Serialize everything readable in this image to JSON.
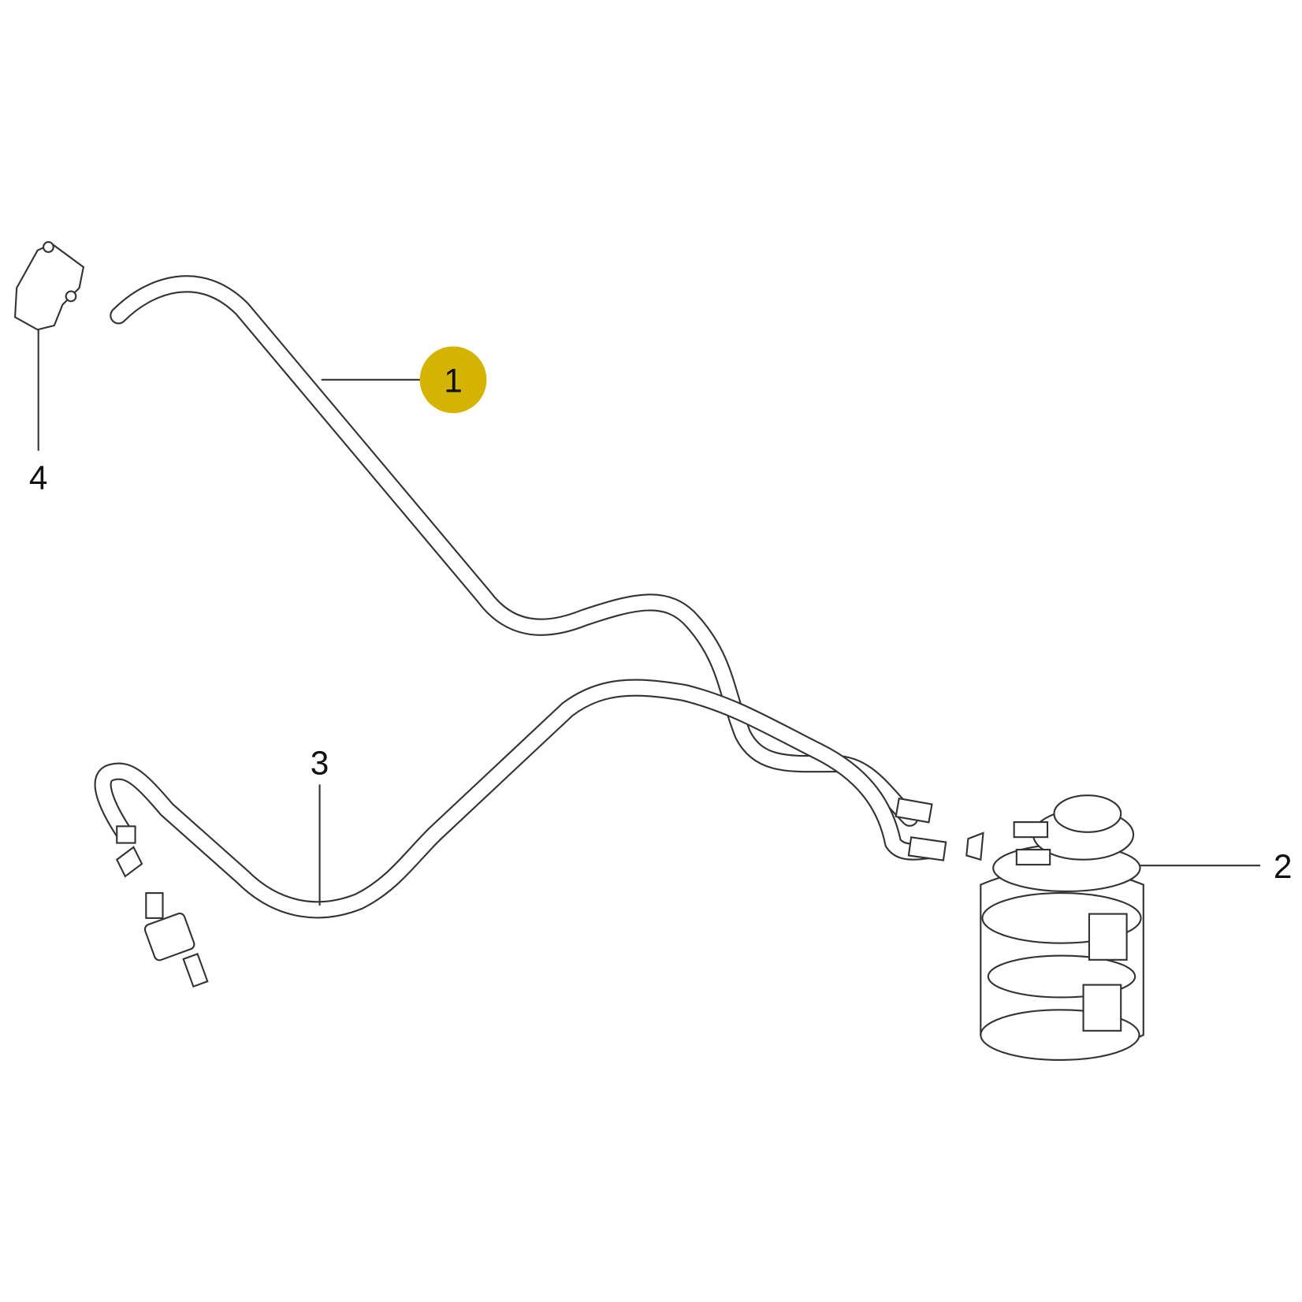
{
  "diagram": {
    "callouts": [
      {
        "number": "1",
        "highlighted": true
      },
      {
        "number": "2",
        "highlighted": false
      },
      {
        "number": "3",
        "highlighted": false
      },
      {
        "number": "4",
        "highlighted": false
      }
    ],
    "highlight_color": "#d4b400"
  }
}
